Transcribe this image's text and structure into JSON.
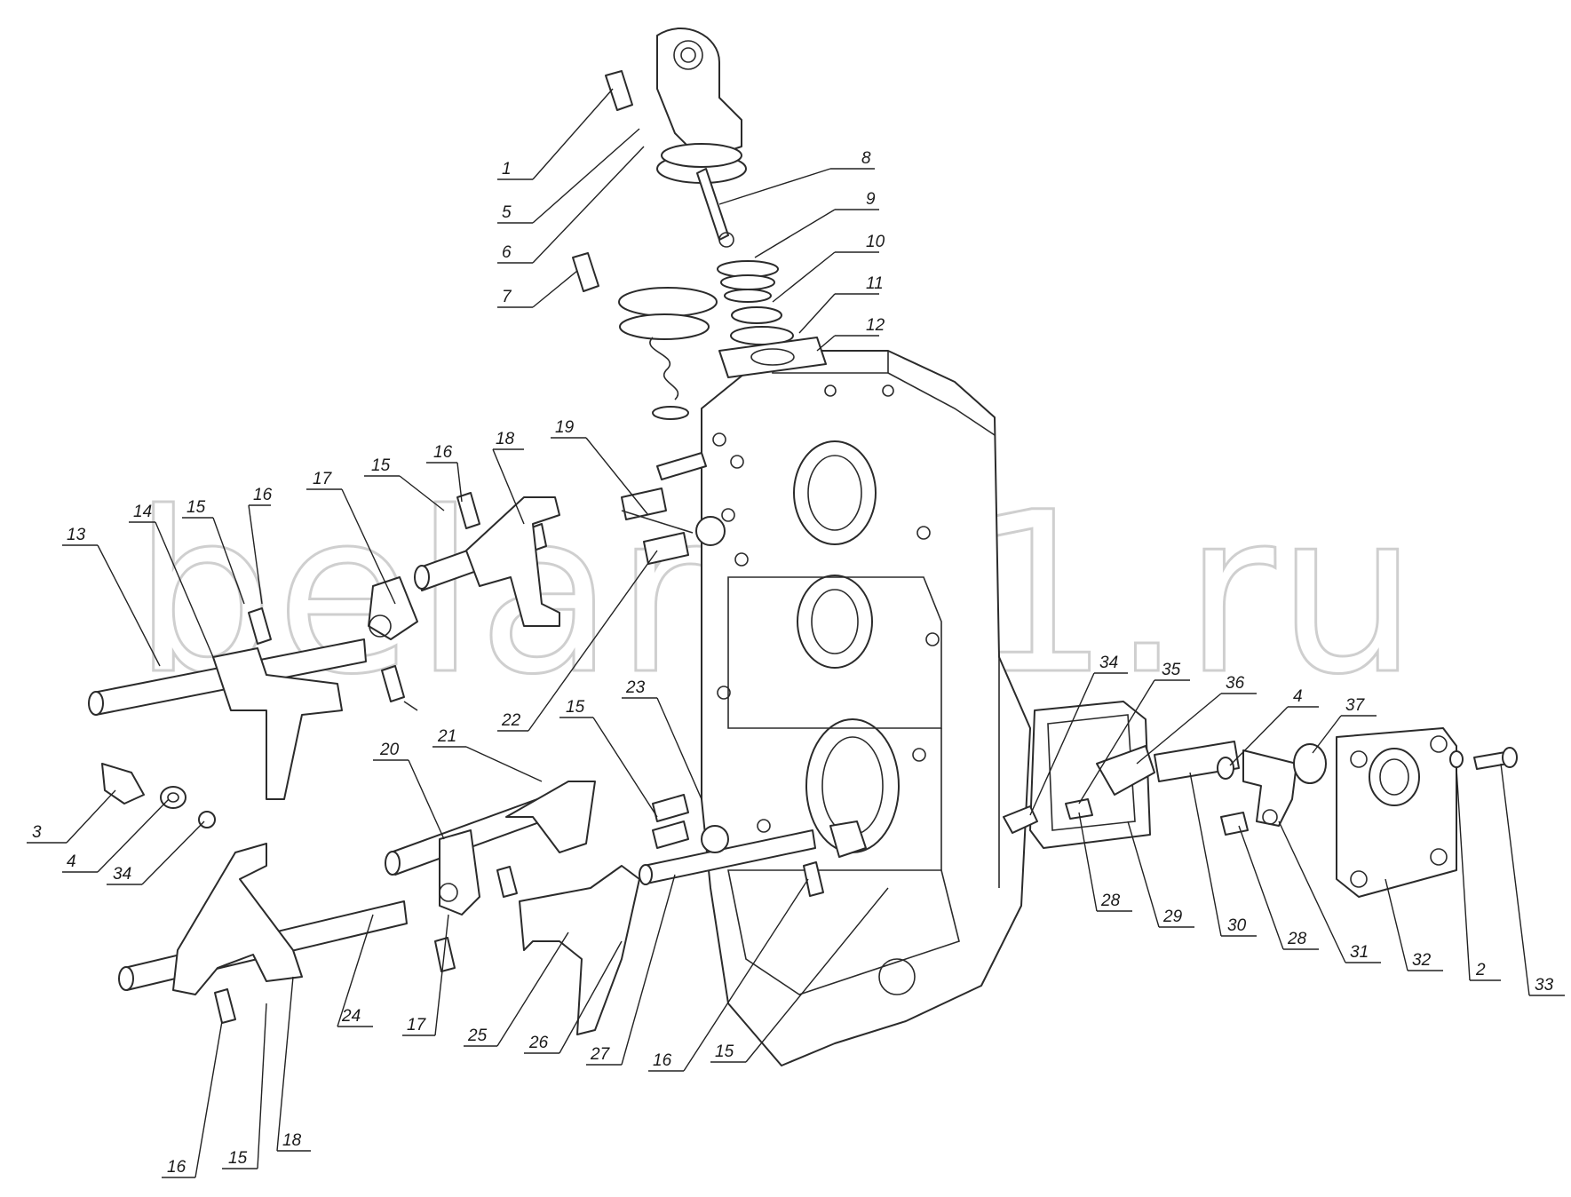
{
  "watermark": "belarus1.ru",
  "corner_mark": "",
  "callouts": [
    "1",
    "2",
    "3",
    "4",
    "5",
    "6",
    "7",
    "8",
    "9",
    "10",
    "11",
    "12",
    "13",
    "14",
    "15",
    "16",
    "17",
    "18",
    "19",
    "20",
    "21",
    "22",
    "23",
    "24",
    "25",
    "26",
    "27",
    "28",
    "29",
    "30",
    "31",
    "32",
    "33",
    "34",
    "35",
    "36",
    "37"
  ],
  "colors": {
    "line": "#2b2b2b",
    "watermark": "#cfcfcf",
    "background": "#ffffff"
  }
}
